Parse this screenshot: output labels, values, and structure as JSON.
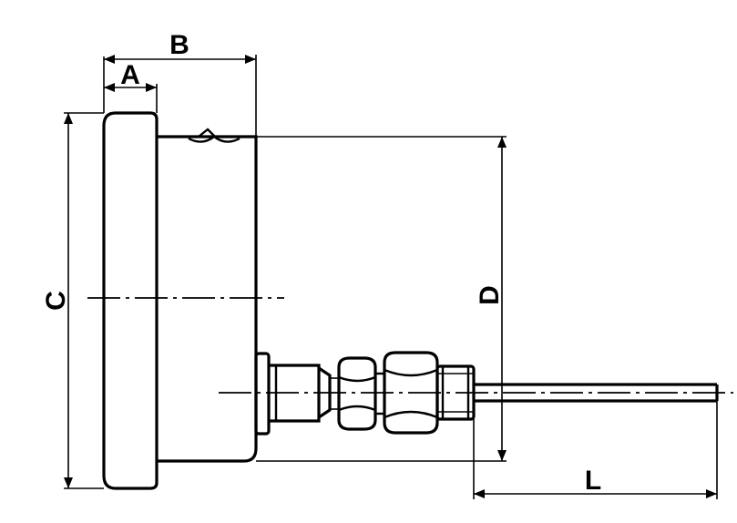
{
  "labels": {
    "a": "A",
    "b": "B",
    "c": "C",
    "d": "D",
    "l": "L"
  }
}
